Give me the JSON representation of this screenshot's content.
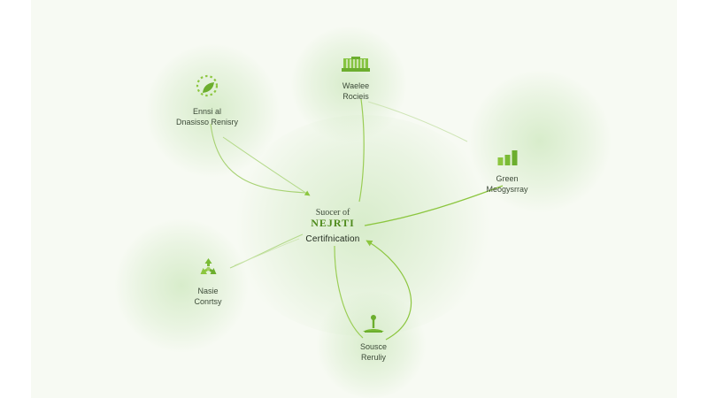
{
  "accent_color": "#7cc242",
  "center": {
    "line1": "Suocer of",
    "line2": "NEJRTI",
    "title": "Certifnication"
  },
  "nodes": [
    {
      "id": "waste",
      "icon": "building-icon",
      "line1": "Waelee",
      "line2": "Rocieis"
    },
    {
      "id": "energy",
      "icon": "leaf-circle-icon",
      "line1": "Ennsi al",
      "line2": "Dnasisso Renisry"
    },
    {
      "id": "green",
      "icon": "bar-chart-icon",
      "line1": "Green",
      "line2": "Meogysrray"
    },
    {
      "id": "recycle",
      "icon": "recycle-icon",
      "line1": "Nasie",
      "line2": "Conrtsy"
    },
    {
      "id": "source",
      "icon": "tree-icon",
      "line1": "Sousce",
      "line2": "Reruliy"
    }
  ]
}
